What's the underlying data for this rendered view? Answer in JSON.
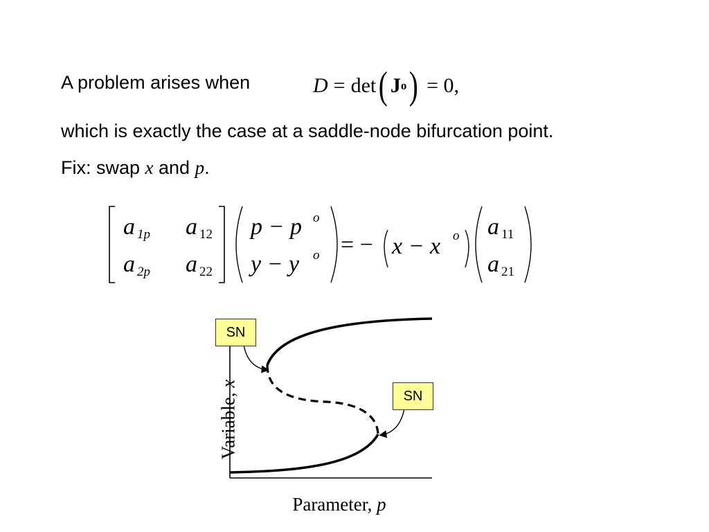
{
  "text": {
    "line1_prefix": "A problem arises when",
    "line2": "which is exactly the case at a saddle-node bifurcation point.",
    "line3_fix": "Fix: swap ",
    "line3_x": "x",
    "line3_and": " and ",
    "line3_p": "p",
    "line3_period": "."
  },
  "equation1": {
    "D": "D",
    "eq": "=",
    "det": "det",
    "J": "J",
    "sup": "o",
    "rhs": "= 0,"
  },
  "matrix_eq": {
    "a1p": "a",
    "a1p_sub": "1p",
    "a12": "a",
    "a12_sub": "12",
    "a2p": "a",
    "a2p_sub": "2p",
    "a22": "a",
    "a22_sub": "22",
    "top_vec": "p − p",
    "top_sup": "o",
    "bot_vec": "y − y",
    "bot_sup": "o",
    "mid": "= −",
    "xvec": "x − x",
    "xsup": "o",
    "a11": "a",
    "a11_sub": "11",
    "a21": "a",
    "a21_sub": "21"
  },
  "figure": {
    "sn_top": "SN",
    "sn_bottom": "SN",
    "ylabel_text": "Variable, ",
    "ylabel_var": "x",
    "xlabel_text": "Parameter, ",
    "xlabel_var": "p"
  }
}
